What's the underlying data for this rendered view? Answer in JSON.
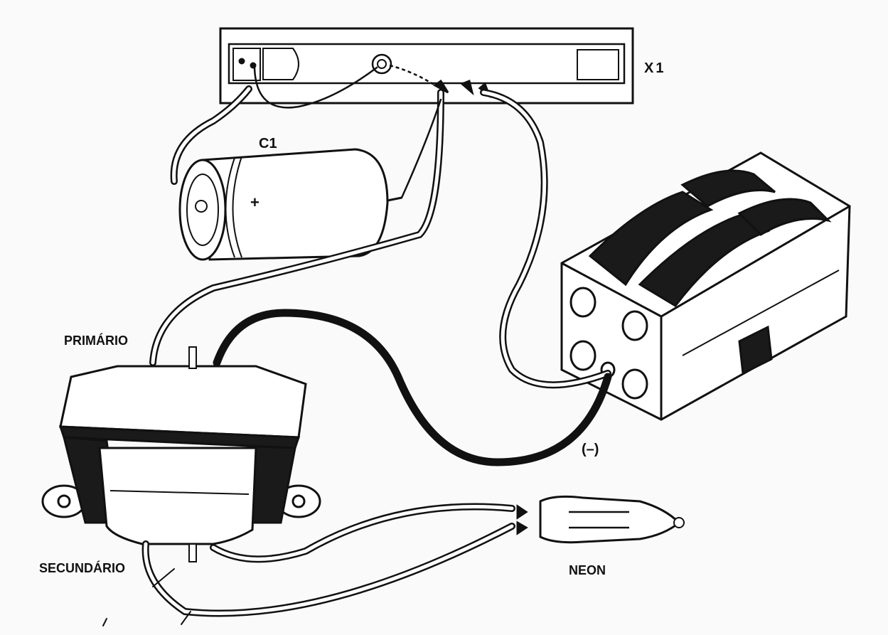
{
  "labels": {
    "x1": "X1",
    "c1": "C1",
    "plus": "+",
    "primario": "PRIMÁRIO",
    "secundario": "SECUNDÁRIO",
    "neon": "NEON",
    "negative": "(–)"
  },
  "colors": {
    "ink": "#111111",
    "paper": "#fafafa",
    "fill_light": "#ffffff",
    "fill_dark": "#1a1a1a"
  }
}
